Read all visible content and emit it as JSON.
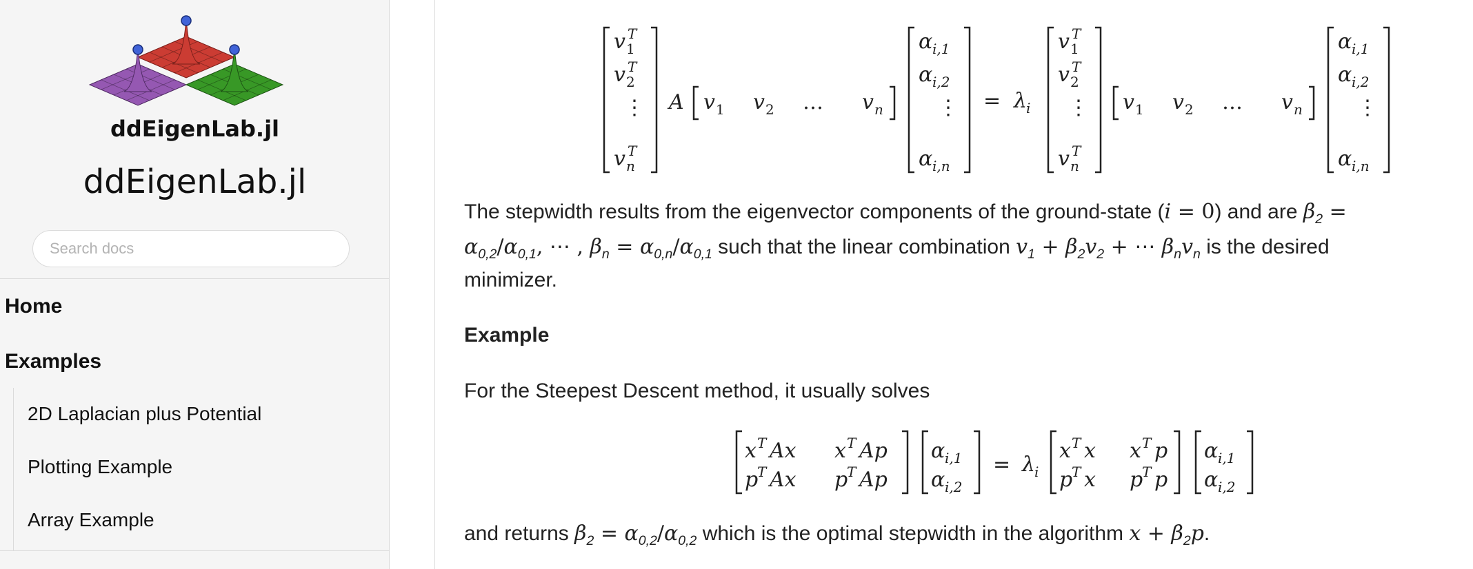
{
  "sidebar": {
    "logo_text": "ddEigenLab.jl",
    "title": "ddEigenLab.jl",
    "search_placeholder": "Search docs",
    "nav": [
      {
        "label": "Home"
      },
      {
        "label": "Examples"
      }
    ],
    "subnav": [
      {
        "label": "2D Laplacian plus Potential"
      },
      {
        "label": "Plotting Example"
      },
      {
        "label": "Array Example"
      }
    ]
  },
  "content": {
    "para1": {
      "line1_a": "The stepwidth results from the eigenvector components of the ground-state (",
      "line1_b": ") and are ",
      "line2_a": " such that the linear combination ",
      "line2_b": " is the desired",
      "line3": "minimizer."
    },
    "heading_example": "Example",
    "para2": "For the Steepest Descent method, it usually solves",
    "para3": {
      "a": "and returns ",
      "b": " which is the optimal stepwidth in the algorithm "
    }
  },
  "colors": {
    "sidebar_bg": "#f5f5f5",
    "border": "#dbdbdb",
    "logo_red": "#cb3c33",
    "logo_green": "#389826",
    "logo_purple": "#9558b2",
    "logo_blue": "#4063d8"
  }
}
